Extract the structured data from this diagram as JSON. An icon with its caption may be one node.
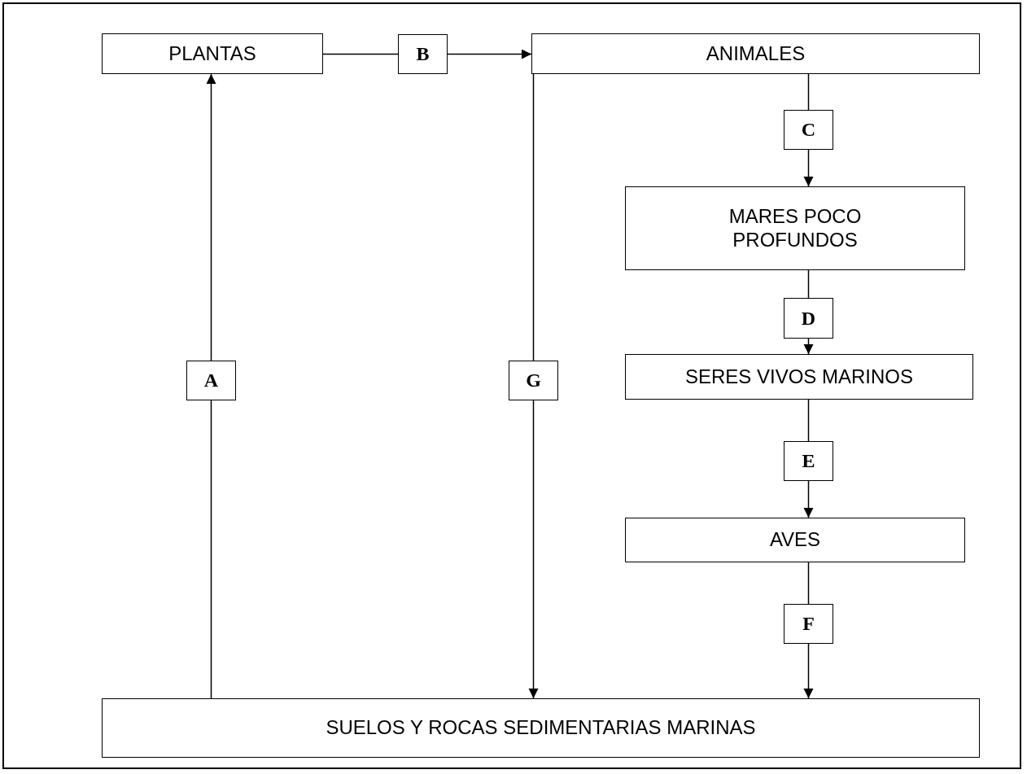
{
  "diagram": {
    "nodes": [
      {
        "text": [
          "PLANTAS"
        ]
      },
      {
        "text": [
          "B"
        ]
      },
      {
        "text": [
          "ANIMALES"
        ]
      },
      {
        "text": [
          "C"
        ]
      },
      {
        "text": [
          "MARES POCO PROFUNDOS"
        ]
      },
      {
        "text": [
          "D"
        ]
      },
      {
        "text": [
          "SERES VIVOS MARINOS"
        ]
      },
      {
        "text": [
          "E"
        ]
      },
      {
        "text": [
          "AVES"
        ]
      },
      {
        "text": [
          "F"
        ]
      },
      {
        "text": [
          "A"
        ]
      },
      {
        "text": [
          "G"
        ]
      },
      {
        "text": [
          "SUELOS Y ROCAS SEDIMENTARIAS MARINAS"
        ]
      }
    ],
    "edges": [
      {
        "from": 0,
        "to": 1,
        "arrow": "none"
      },
      {
        "from": 1,
        "to": 2,
        "arrow": "to"
      },
      {
        "from": 2,
        "to": 3,
        "arrow": "none"
      },
      {
        "from": 3,
        "to": 4,
        "arrow": "to"
      },
      {
        "from": 4,
        "to": 5,
        "arrow": "none"
      },
      {
        "from": 5,
        "to": 6,
        "arrow": "to"
      },
      {
        "from": 6,
        "to": 7,
        "arrow": "none"
      },
      {
        "from": 7,
        "to": 8,
        "arrow": "to"
      },
      {
        "from": 8,
        "to": 9,
        "arrow": "none"
      },
      {
        "from": 9,
        "to": 12,
        "arrow": "to"
      },
      {
        "from": 12,
        "to": 10,
        "arrow": "none"
      },
      {
        "from": 10,
        "to": 0,
        "arrow": "to"
      },
      {
        "from": 2,
        "to": 11,
        "arrow": "none"
      },
      {
        "from": 11,
        "to": 12,
        "arrow": "to"
      }
    ]
  }
}
